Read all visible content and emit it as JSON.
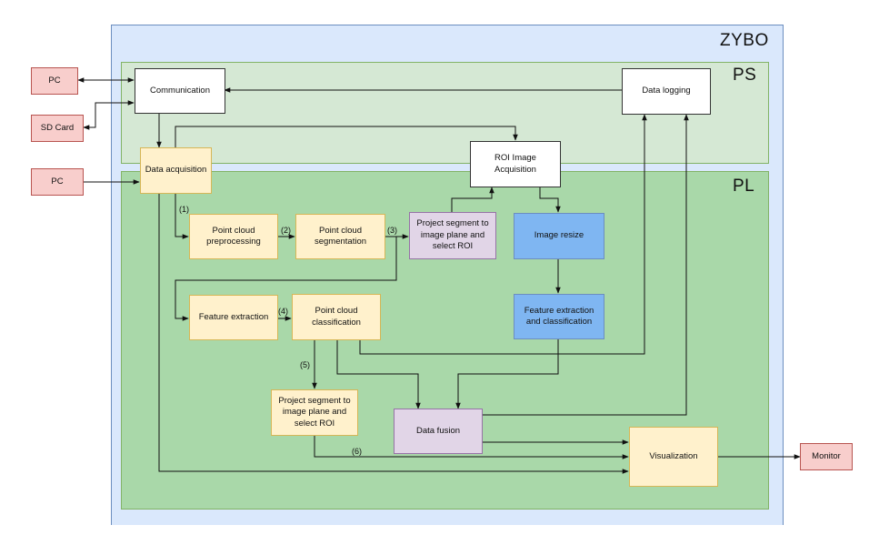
{
  "regions": {
    "zybo": "ZYBO",
    "ps": "PS",
    "pl": "PL"
  },
  "nodes": {
    "pc_top": "PC",
    "sd_card": "SD Card",
    "pc_bottom": "PC",
    "monitor": "Monitor",
    "communication": "Communication",
    "data_logging": "Data logging",
    "data_acquisition": "Data acquisition",
    "roi_image_acquisition": "ROI Image Acquisition",
    "point_cloud_preprocessing": "Point cloud preprocessing",
    "point_cloud_segmentation": "Point cloud segmentation",
    "project_segment_upper": "Project segment to image plane and select ROI",
    "image_resize": "Image resize",
    "feature_extraction": "Feature extraction",
    "point_cloud_classification": "Point cloud classification",
    "feature_extraction_classification": "Feature extraction and classification",
    "project_segment_lower": "Project segment to image plane and select ROI",
    "data_fusion": "Data fusion",
    "visualization": "Visualization"
  },
  "edge_labels": {
    "e1": "(1)",
    "e2": "(2)",
    "e3": "(3)",
    "e4": "(4)",
    "e5": "(5)",
    "e6": "(6)"
  },
  "colors": {
    "zybo_fill": "#dae8fc",
    "ps_fill": "#d5e8d4",
    "pl_fill": "#a9d8a9",
    "external": "#f8cecc",
    "process": "#fff1cc",
    "projection": "#e1d5e7",
    "image_path": "#7fb6f2"
  }
}
